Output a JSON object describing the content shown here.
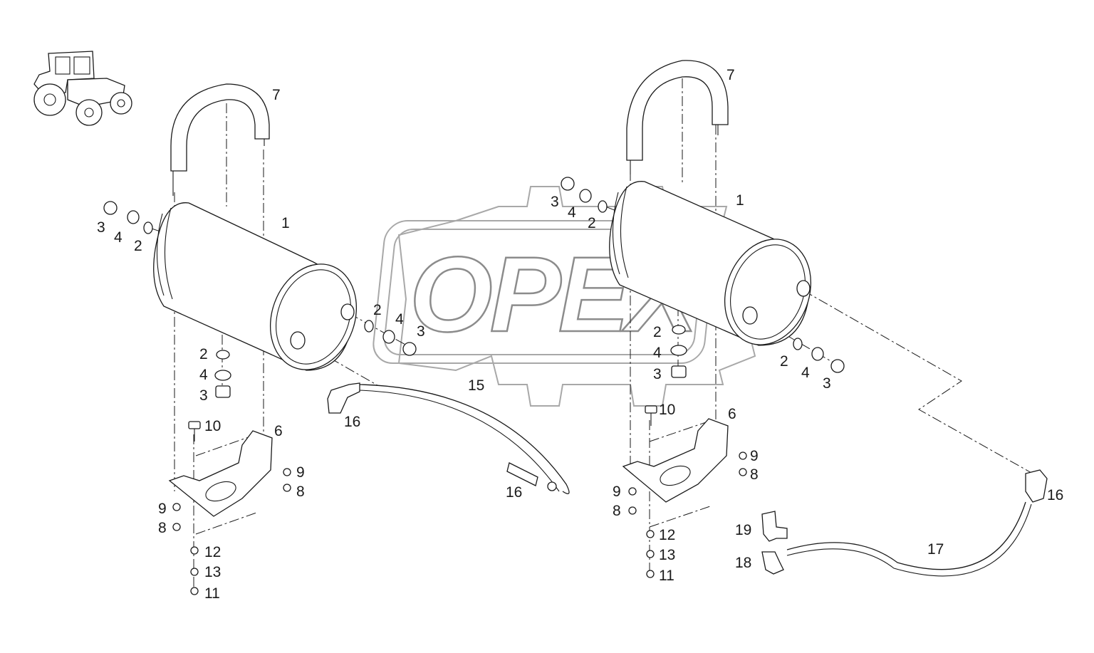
{
  "watermark": {
    "text": "OPEX"
  },
  "callouts": {
    "c1a": "1",
    "c1b": "1",
    "c2a": "2",
    "c2b": "2",
    "c2c": "2",
    "c2d": "2",
    "c2e": "2",
    "c2f": "2",
    "c3a": "3",
    "c3b": "3",
    "c3c": "3",
    "c3d": "3",
    "c3e": "3",
    "c3f": "3",
    "c4a": "4",
    "c4b": "4",
    "c4c": "4",
    "c4d": "4",
    "c4e": "4",
    "c4f": "4",
    "c6a": "6",
    "c6b": "6",
    "c7a": "7",
    "c7b": "7",
    "c8a": "8",
    "c8b": "8",
    "c8c": "8",
    "c8d": "8",
    "c9a": "9",
    "c9b": "9",
    "c9c": "9",
    "c9d": "9",
    "c10a": "10",
    "c10b": "10",
    "c11a": "11",
    "c11b": "11",
    "c12a": "12",
    "c12b": "12",
    "c13a": "13",
    "c13b": "13",
    "c15": "15",
    "c16a": "16",
    "c16b": "16",
    "c16c": "16",
    "c17": "17",
    "c18": "18",
    "c19": "19"
  }
}
